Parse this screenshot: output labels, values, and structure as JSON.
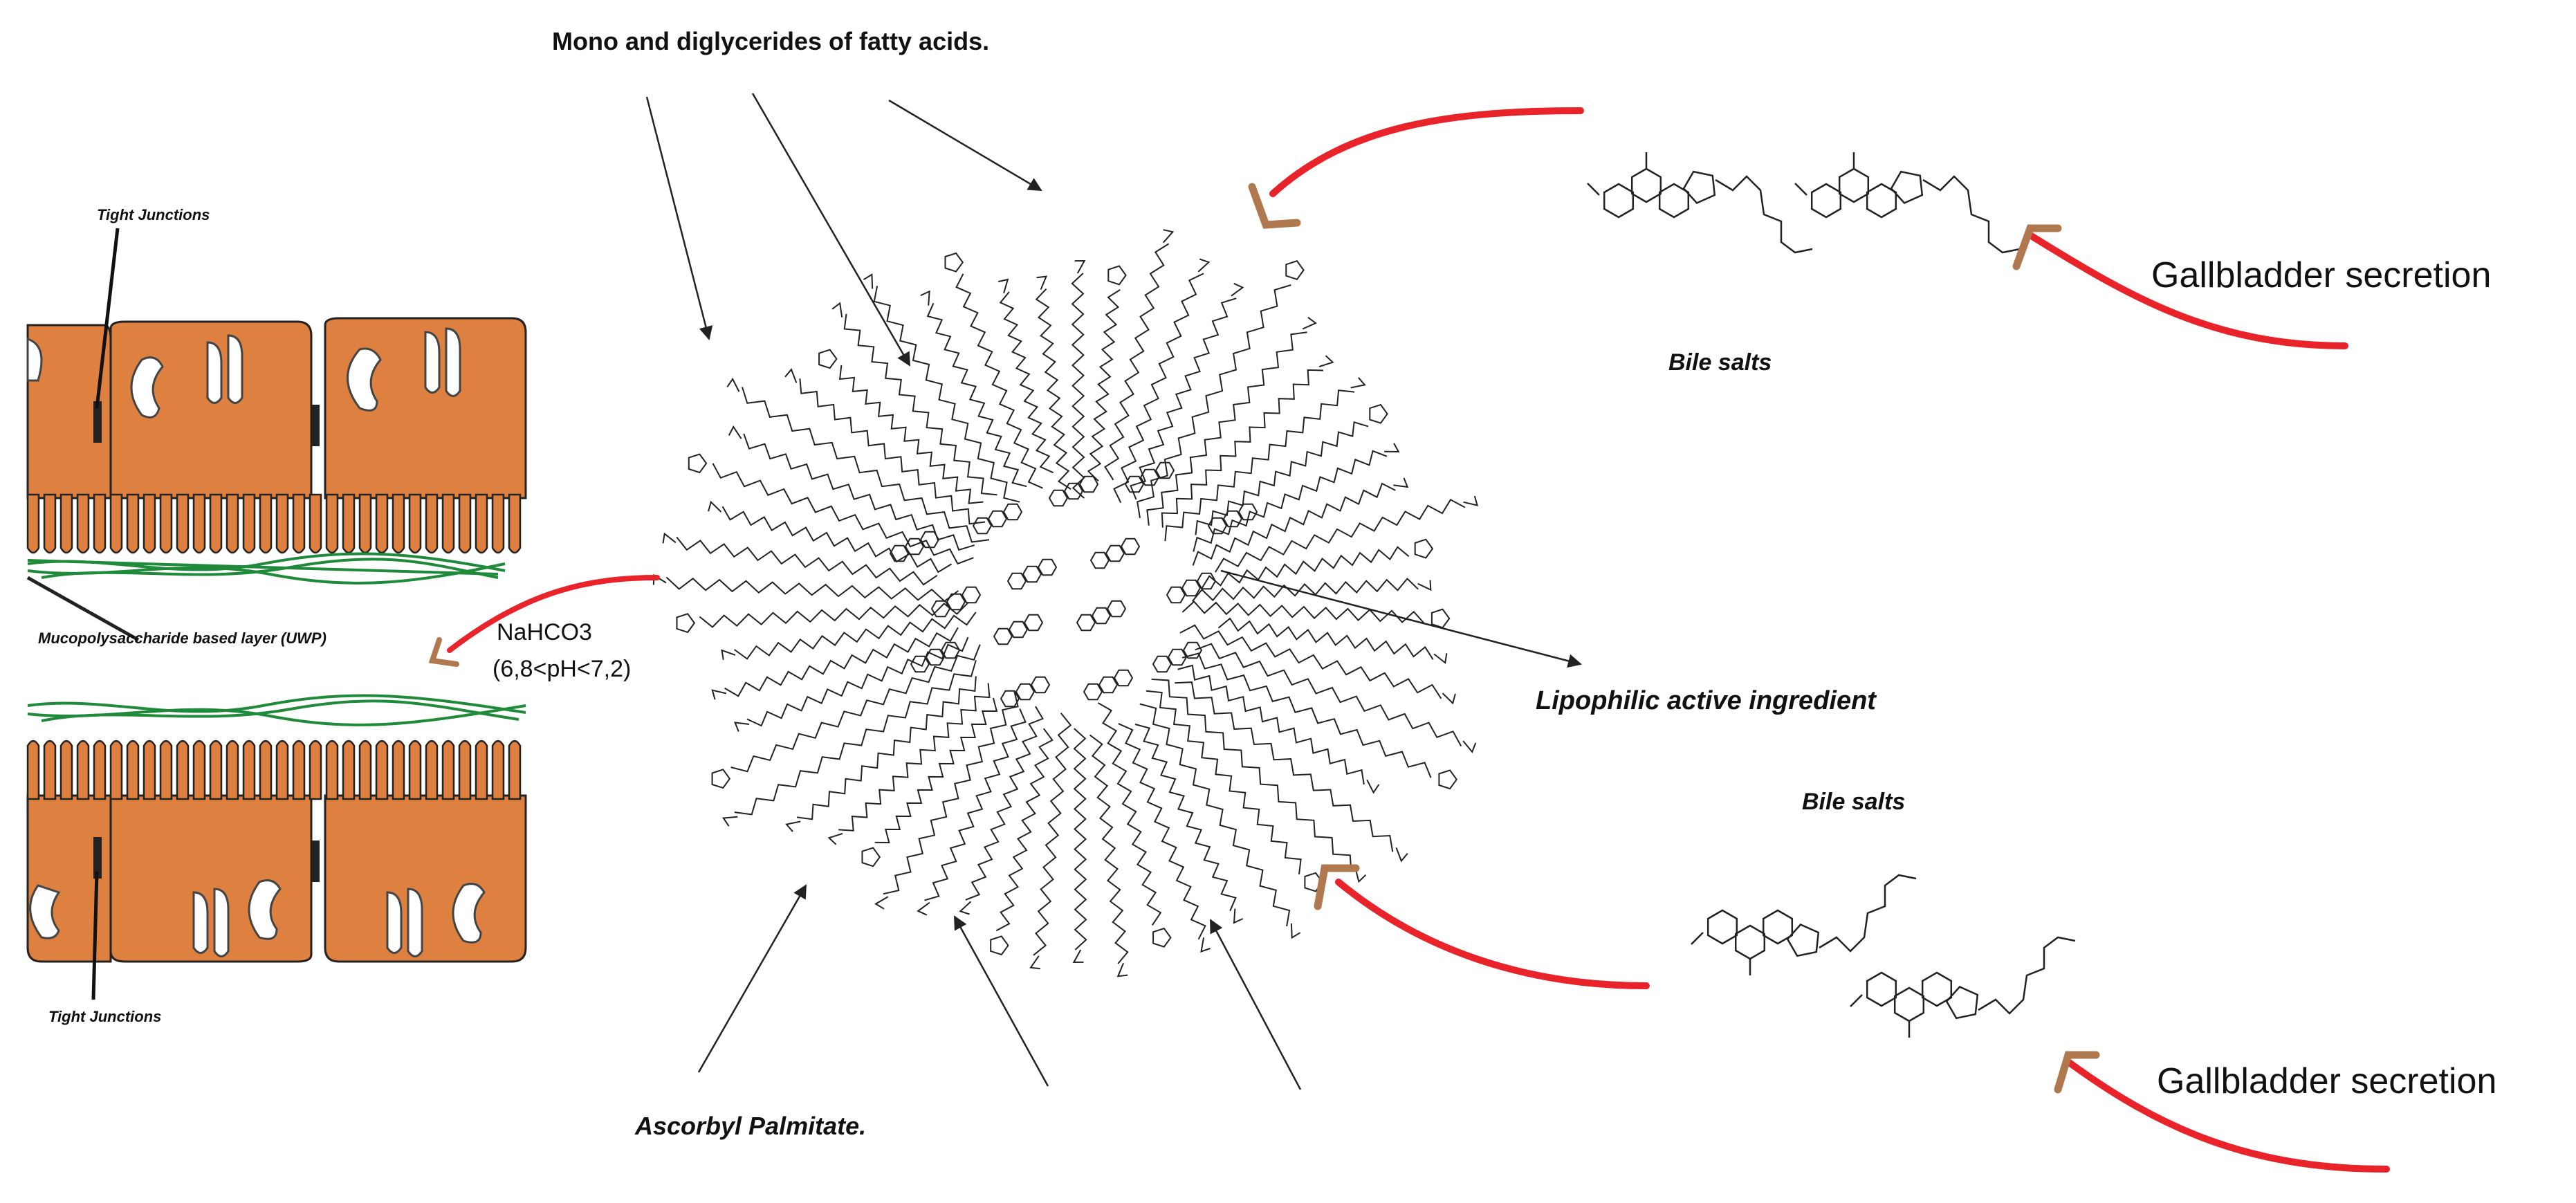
{
  "diagram": {
    "labels": {
      "mono_diglycerides": "Mono and diglycerides of fatty acids.",
      "bile_salts_top": "Bile salts",
      "bile_salts_bottom": "Bile salts",
      "gallbladder_top": "Gallbladder secretion",
      "gallbladder_bottom": "Gallbladder secretion",
      "lipophilic": "Lipophilic active ingredient",
      "ascorbyl": "Ascorbyl Palmitate.",
      "nahco3_line1": "NaHCO3",
      "nahco3_line2": "(6,8<pH<7,2)",
      "tight_junctions_top": "Tight Junctions",
      "tight_junctions_bottom": "Tight Junctions",
      "mucopolysaccharide": "Mucopolysaccharide based layer (UWP)"
    },
    "colors": {
      "red_arrow": "#e8232a",
      "brown_arrowhead": "#b0784e",
      "cell_orange": "#dd8040",
      "mucus_green": "#1f8a3a",
      "line": "#222222"
    }
  }
}
